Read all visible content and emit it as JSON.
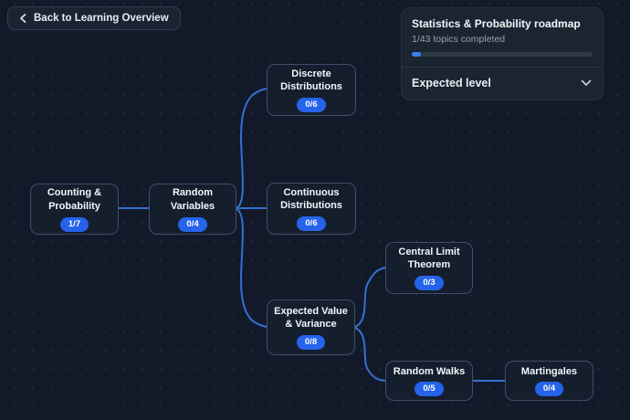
{
  "back_button": {
    "label": "Back to Learning Overview"
  },
  "panel": {
    "title": "Statistics & Probability roadmap",
    "progress_text": "1/43 topics completed",
    "progress_completed": 1,
    "progress_total": 43,
    "dropdown_label": "Expected level"
  },
  "nodes": [
    {
      "id": "counting-probability",
      "title": "Counting &\nProbability",
      "badge": "1/7"
    },
    {
      "id": "random-variables",
      "title": "Random\nVariables",
      "badge": "0/4"
    },
    {
      "id": "discrete-distributions",
      "title": "Discrete\nDistributions",
      "badge": "0/6"
    },
    {
      "id": "continuous-distributions",
      "title": "Continuous\nDistributions",
      "badge": "0/6"
    },
    {
      "id": "expected-value-variance",
      "title": "Expected Value\n& Variance",
      "badge": "0/8"
    },
    {
      "id": "central-limit-theorem",
      "title": "Central Limit\nTheorem",
      "badge": "0/3"
    },
    {
      "id": "random-walks",
      "title": "Random Walks",
      "badge": "0/5"
    },
    {
      "id": "martingales",
      "title": "Martingales",
      "badge": "0/4"
    }
  ],
  "edges": [
    [
      "Counting & Probability",
      "Random Variables"
    ],
    [
      "Random Variables",
      "Discrete Distributions"
    ],
    [
      "Random Variables",
      "Continuous Distributions"
    ],
    [
      "Random Variables",
      "Expected Value & Variance"
    ],
    [
      "Expected Value & Variance",
      "Central Limit Theorem"
    ],
    [
      "Expected Value & Variance",
      "Random Walks"
    ],
    [
      "Random Walks",
      "Martingales"
    ]
  ],
  "colors": {
    "accent_badge": "#2563eb",
    "edge_line": "#3670d1",
    "progress_fill": "#3b82f6",
    "background": "#121a29"
  }
}
